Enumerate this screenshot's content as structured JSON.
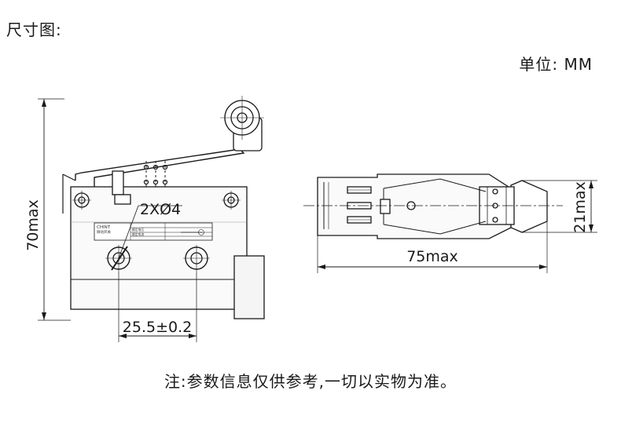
{
  "header": {
    "title": "尺寸图:",
    "unit": "单位: MM"
  },
  "front_view": {
    "height_label": "70max",
    "width_label": "25.5±0.2",
    "hole_label": "2XØ4",
    "nameplate_brand": "CHINT",
    "nameplate_lines": [
      "微动开关",
      "额定电压",
      "额定电流"
    ]
  },
  "side_view": {
    "width_label": "75max",
    "height_label": "21max"
  },
  "footer": {
    "note": "注:参数信息仅供参考,一切以实物为准。"
  }
}
